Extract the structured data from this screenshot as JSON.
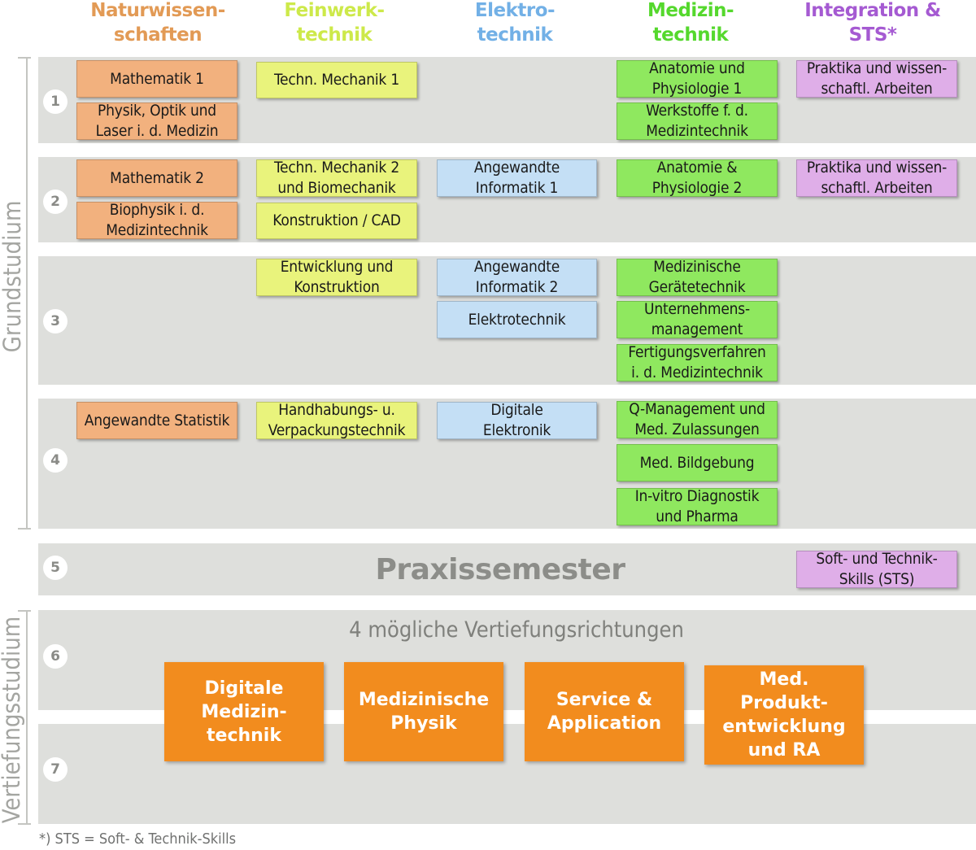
{
  "columns": [
    {
      "label": "Naturwissen-\nschaften",
      "color": "#e29a55"
    },
    {
      "label": "Feinwerk-\ntechnik",
      "color": "#cde94a"
    },
    {
      "label": "Elektro-\ntechnik",
      "color": "#72b0e6"
    },
    {
      "label": "Medizin-\ntechnik",
      "color": "#55d82d"
    },
    {
      "label": "Integration &\nSTS*",
      "color": "#a55ad2"
    }
  ],
  "semesters": [
    "1",
    "2",
    "3",
    "4",
    "5",
    "6",
    "7"
  ],
  "modules": {
    "s1": {
      "natur": [
        "Mathematik 1",
        "Physik, Optik und\nLaser i. d. Medizin"
      ],
      "fein": [
        "Techn. Mechanik 1"
      ],
      "med": [
        "Anatomie und\nPhysiologie 1",
        "Werkstoffe f. d.\nMedizintechnik"
      ],
      "int": [
        "Praktika und wissen-\nschaftl. Arbeiten"
      ]
    },
    "s2": {
      "natur": [
        "Mathematik 2",
        "Biophysik i. d.\nMedizintechnik"
      ],
      "fein": [
        "Techn. Mechanik 2\nund Biomechanik",
        "Konstruktion / CAD"
      ],
      "elek": [
        "Angewandte\nInformatik 1"
      ],
      "med": [
        "Anatomie &\nPhysiologie 2"
      ],
      "int": [
        "Praktika und wissen-\nschaftl. Arbeiten"
      ]
    },
    "s3": {
      "fein": [
        "Entwicklung und\nKonstruktion"
      ],
      "elek": [
        "Angewandte\nInformatik 2",
        "Elektrotechnik"
      ],
      "med": [
        "Medizinische\nGerätetechnik",
        "Unternehmens-\nmanagement",
        "Fertigungsverfahren\ni. d. Medizintechnik"
      ]
    },
    "s4": {
      "natur": [
        "Angewandte Statistik"
      ],
      "fein": [
        "Handhabungs- u.\nVerpackungstechnik"
      ],
      "elek": [
        "Digitale\nElektronik"
      ],
      "med": [
        "Q-Management und\nMed. Zulassungen",
        "Med. Bildgebung",
        "In-vitro Diagnostik\nund Pharma"
      ]
    },
    "s5": {
      "title": "Praxissemester",
      "int": [
        "Soft- und Technik-\nSkills (STS)"
      ]
    }
  },
  "specialization": {
    "title": "4 mögliche Vertiefungsrichtungen",
    "items": [
      "Digitale\nMedizin-\ntechnik",
      "Medizinische\nPhysik",
      "Service &\nApplication",
      "Med.\nProdukt-\nentwicklung\nund RA"
    ],
    "color": "#f28c1e"
  },
  "side_labels": {
    "grund": "Grundstudium",
    "vertiefung": "Vertiefungsstudium"
  },
  "footnote": "*) STS = Soft- & Technik-Skills"
}
